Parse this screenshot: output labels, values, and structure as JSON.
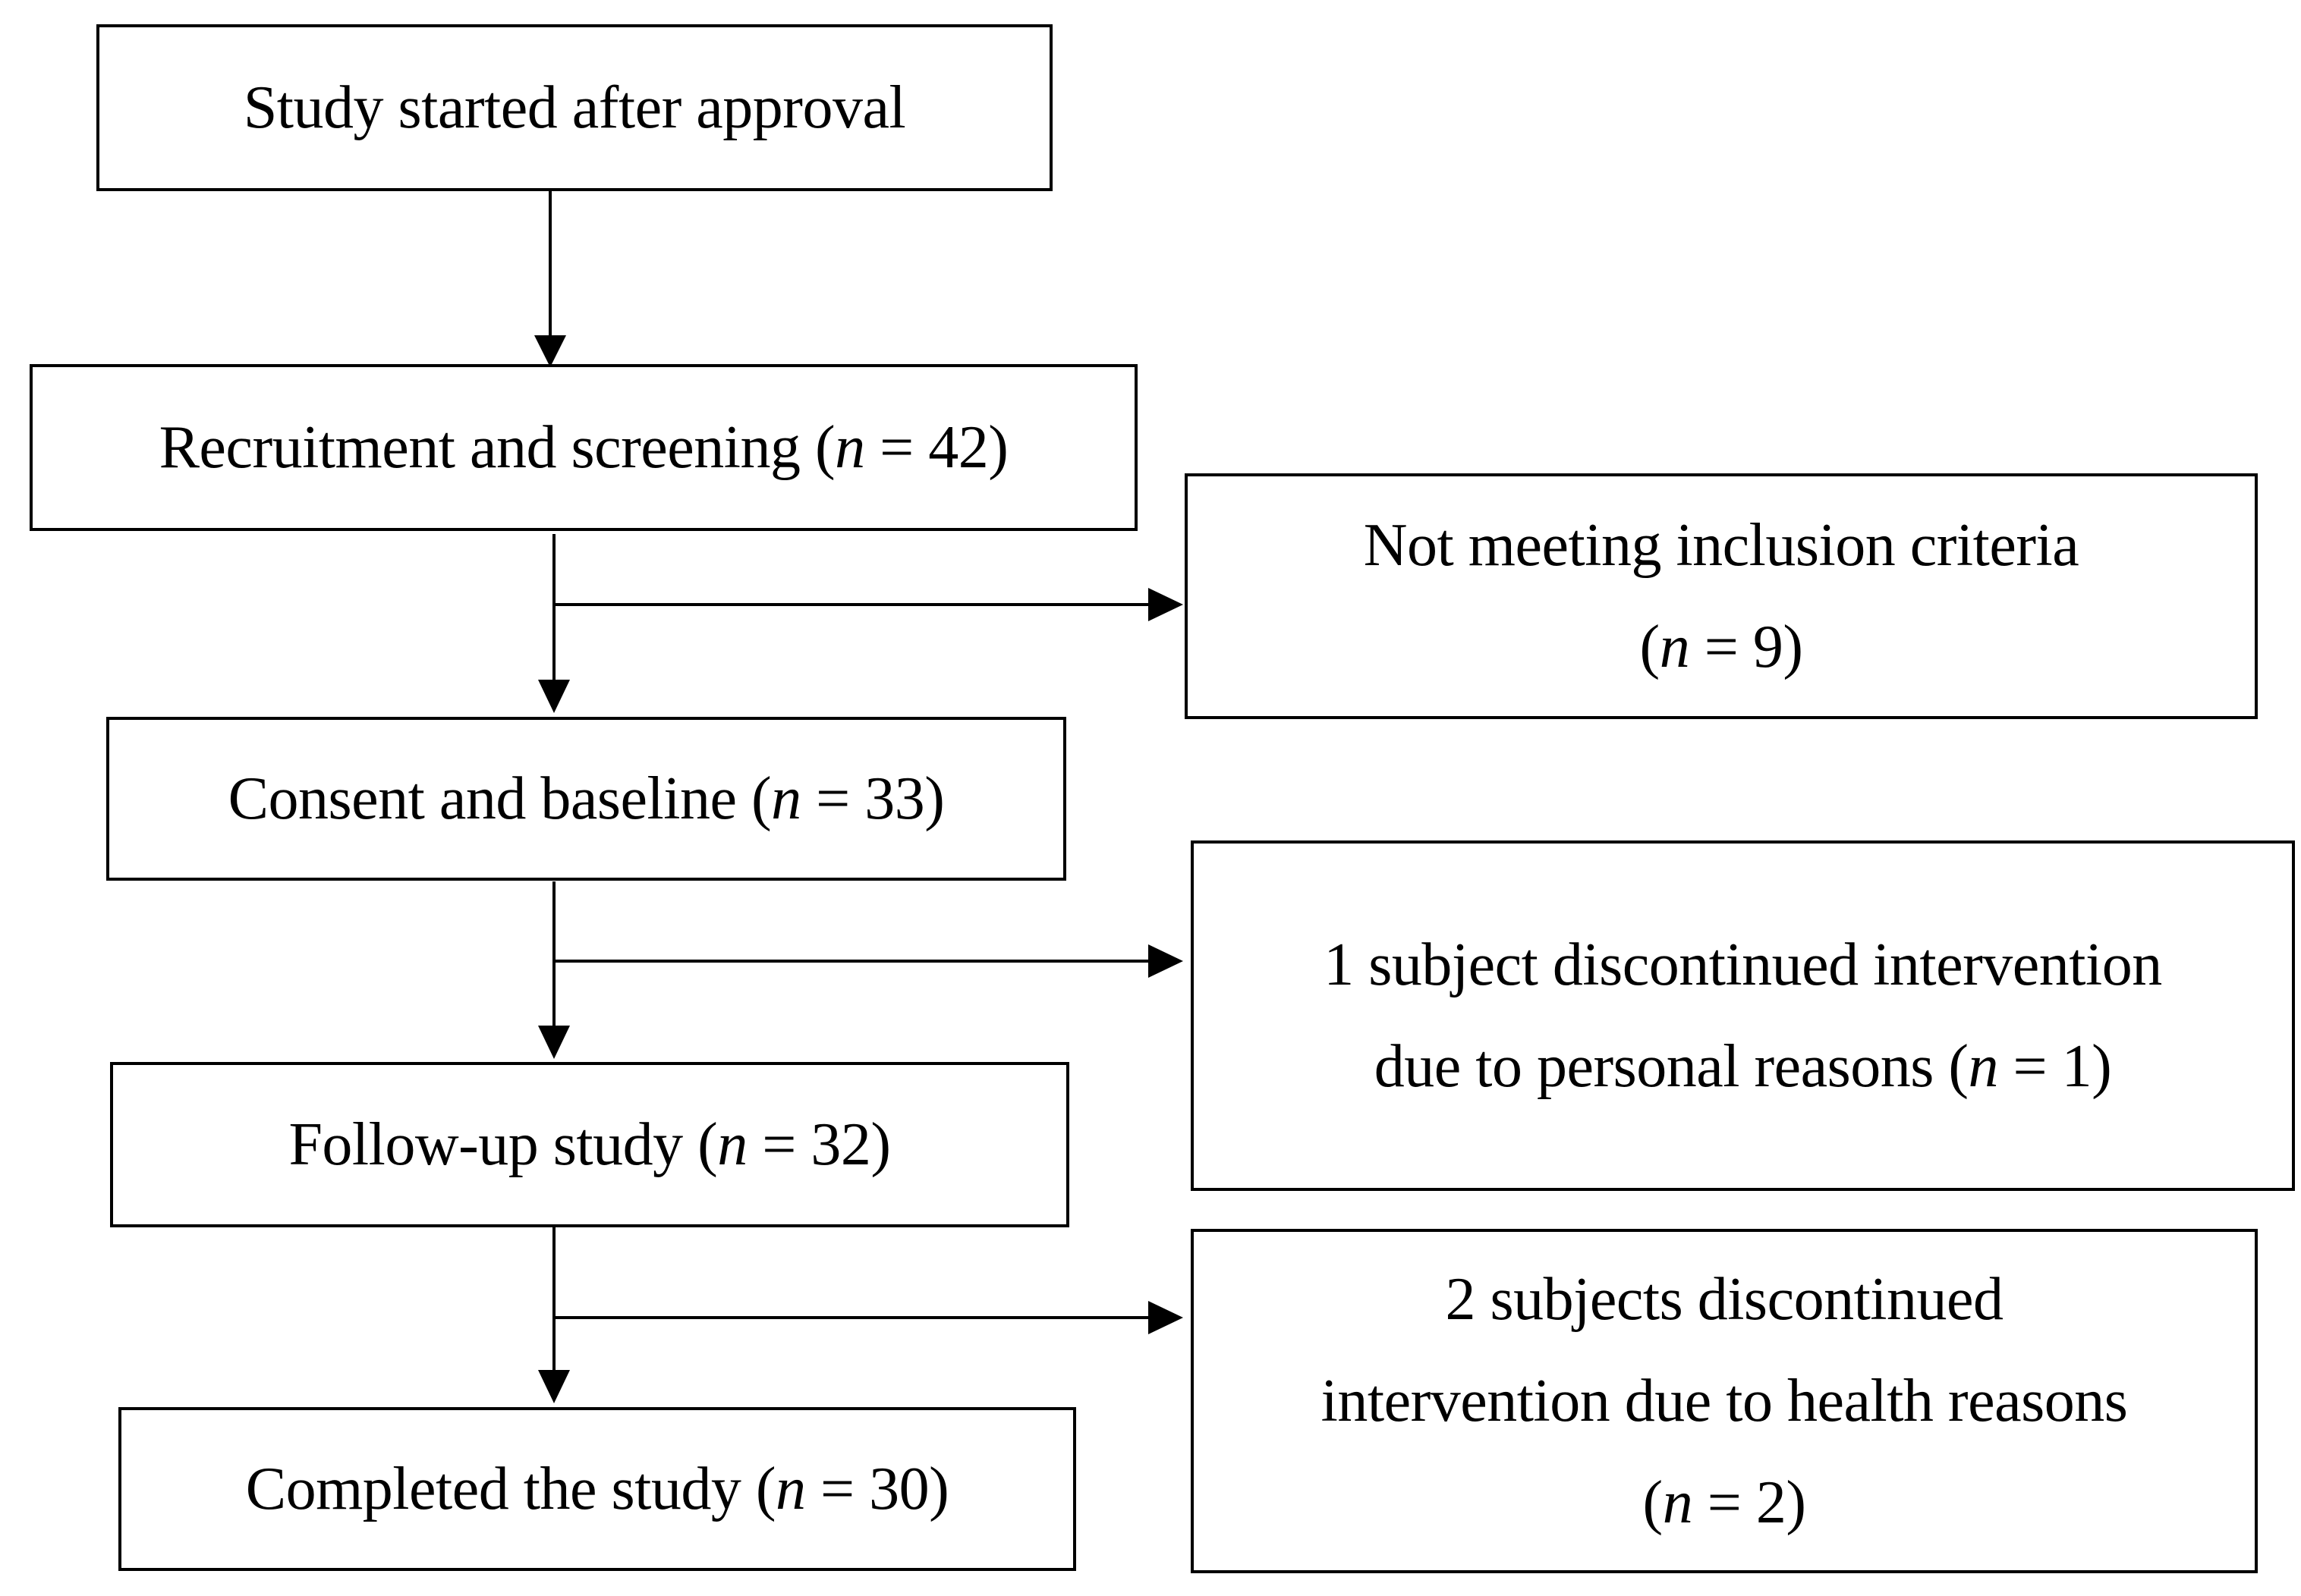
{
  "diagram": {
    "main_steps": [
      {
        "label": "Study started after approval",
        "count": ""
      },
      {
        "label": "Recruitment and screening",
        "count": "42"
      },
      {
        "label": "Consent and baseline",
        "count": "33"
      },
      {
        "label": "Follow-up study",
        "count": "32"
      },
      {
        "label": "Completed the study",
        "count": "30"
      }
    ],
    "exclusions": [
      {
        "lines": [
          "Not meeting inclusion criteria"
        ],
        "count": "9"
      },
      {
        "lines": [
          "1 subject discontinued intervention",
          "due to personal reasons"
        ],
        "count": "1"
      },
      {
        "lines": [
          "2 subjects discontinued",
          "intervention due to health reasons"
        ],
        "count": "2"
      }
    ],
    "n_symbol": "n",
    "colors": {
      "stroke": "#000000",
      "background": "#ffffff"
    }
  }
}
